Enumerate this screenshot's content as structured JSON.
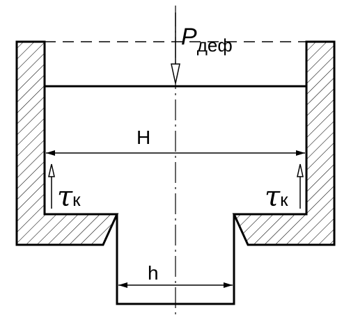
{
  "diagram": {
    "force_symbol": "P",
    "force_subscript": "деф",
    "height_label": "H",
    "opening_label": "h",
    "friction_symbol": "τ",
    "friction_subscript": "к"
  }
}
